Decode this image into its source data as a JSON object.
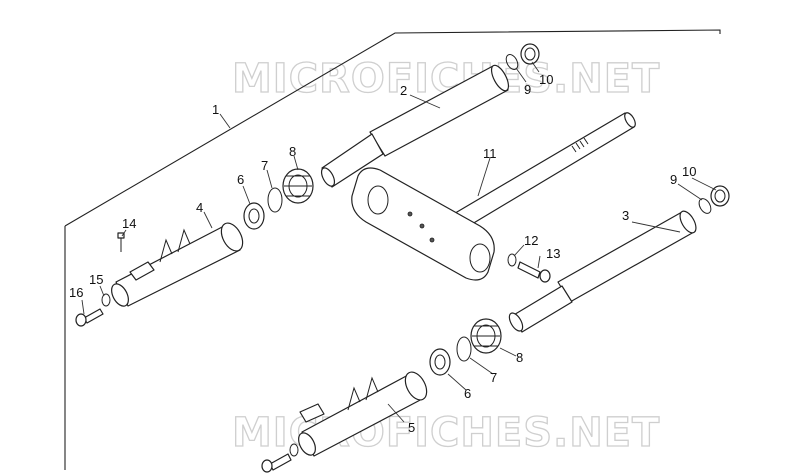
{
  "watermark": {
    "text": "MICROFICHES.NET"
  },
  "parts": [
    {
      "id": "1",
      "label": "1"
    },
    {
      "id": "2",
      "label": "2"
    },
    {
      "id": "3",
      "label": "3"
    },
    {
      "id": "4",
      "label": "4"
    },
    {
      "id": "5",
      "label": "5"
    },
    {
      "id": "6a",
      "label": "6"
    },
    {
      "id": "6b",
      "label": "6"
    },
    {
      "id": "7a",
      "label": "7"
    },
    {
      "id": "7b",
      "label": "7"
    },
    {
      "id": "8a",
      "label": "8"
    },
    {
      "id": "8b",
      "label": "8"
    },
    {
      "id": "9a",
      "label": "9"
    },
    {
      "id": "9b",
      "label": "9"
    },
    {
      "id": "10a",
      "label": "10"
    },
    {
      "id": "10b",
      "label": "10"
    },
    {
      "id": "11",
      "label": "11"
    },
    {
      "id": "12",
      "label": "12"
    },
    {
      "id": "13",
      "label": "13"
    },
    {
      "id": "14",
      "label": "14"
    },
    {
      "id": "15",
      "label": "15"
    },
    {
      "id": "16",
      "label": "16"
    }
  ]
}
